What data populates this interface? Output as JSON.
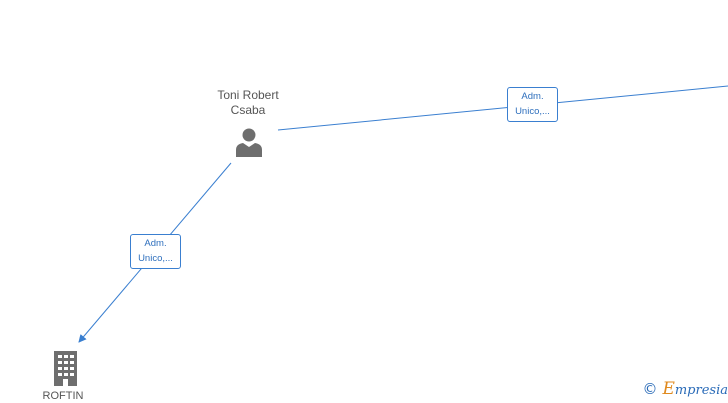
{
  "persons": [
    {
      "name_line1": "Toni Robert",
      "name_line2": "Csaba",
      "icon": "person-icon"
    }
  ],
  "companies": [
    {
      "name": "ROFTIN",
      "icon": "building-icon"
    }
  ],
  "relations": [
    {
      "label_line1": "Adm.",
      "label_line2": "Unico,..."
    },
    {
      "label_line1": "Adm.",
      "label_line2": "Unico,..."
    }
  ],
  "colors": {
    "edge": "#3a7fd0",
    "node_icon": "#6e6e6e",
    "label_text": "#555555"
  },
  "watermark": {
    "copyright_symbol": "©",
    "brand_first_letter": "E",
    "brand_rest": "mpresia"
  }
}
